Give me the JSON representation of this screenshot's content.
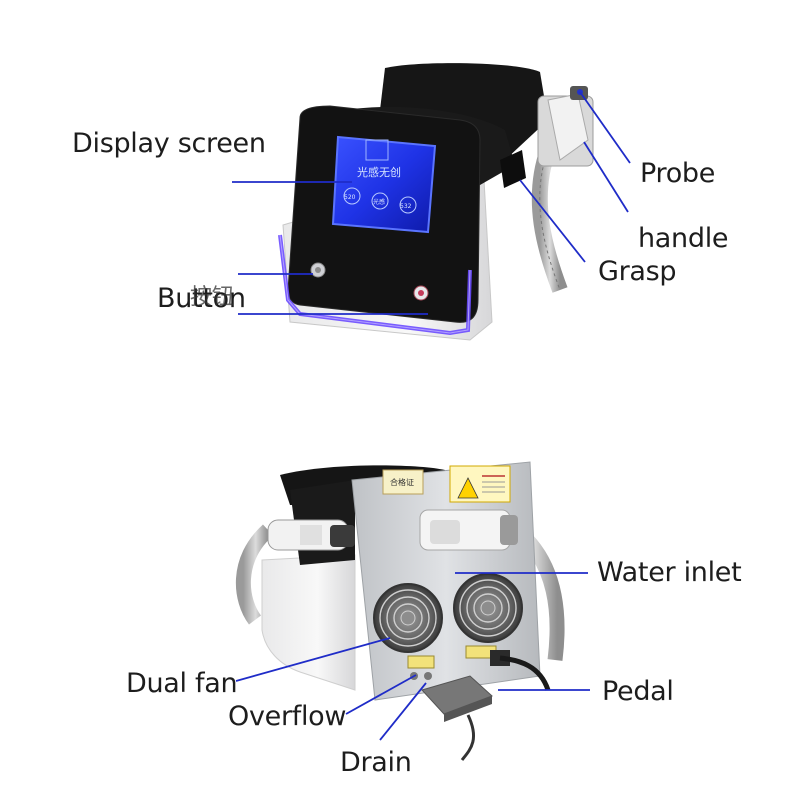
{
  "top_figure": {
    "labels": {
      "display_screen": "Display screen",
      "probe": "Probe",
      "handle": "handle",
      "grasp": "Grasp",
      "button": "Button",
      "button_overlay": "按钮"
    },
    "screen": {
      "title": "光感无创",
      "icon_1": "520",
      "icon_2": "光感",
      "icon_3": "532"
    }
  },
  "bottom_figure": {
    "labels": {
      "water_inlet": "Water inlet",
      "dual_fan": "Dual fan",
      "pedal": "Pedal",
      "overflow": "Overflow",
      "drain": "Drain"
    },
    "panel": {
      "certificate": "合格证"
    }
  },
  "colors": {
    "callout_line": "#1f2cc8",
    "screen_glow": "#2a3fff",
    "housing_dark": "#141414",
    "body_white": "#f3f3f3",
    "back_panel": "#c9ccd0",
    "warning_sticker": "#ffd200"
  }
}
